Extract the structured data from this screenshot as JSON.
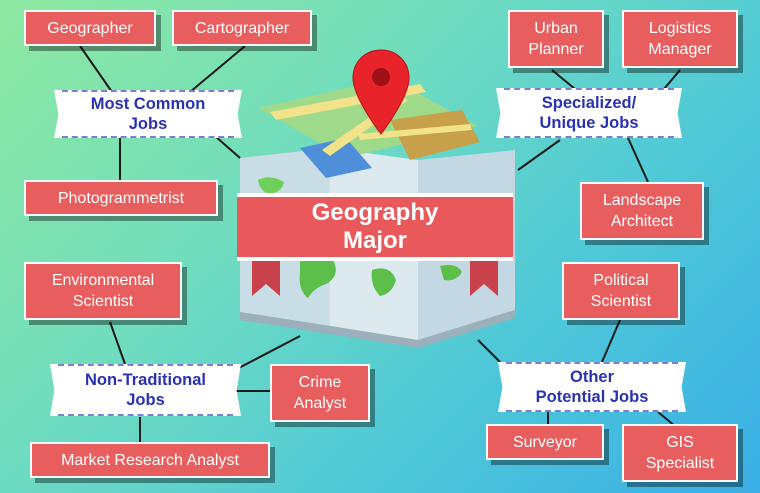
{
  "center": {
    "title": "Geography\nMajor"
  },
  "categories": [
    {
      "id": "most-common",
      "label": "Most Common\nJobs"
    },
    {
      "id": "specialized",
      "label": "Specialized/\nUnique Jobs"
    },
    {
      "id": "non-traditional",
      "label": "Non-Traditional\nJobs"
    },
    {
      "id": "other",
      "label": "Other\nPotential Jobs"
    }
  ],
  "jobs": [
    {
      "id": "geographer",
      "label": "Geographer",
      "category": "most-common"
    },
    {
      "id": "cartographer",
      "label": "Cartographer",
      "category": "most-common"
    },
    {
      "id": "photogrammetrist",
      "label": "Photogrammetrist",
      "category": "most-common"
    },
    {
      "id": "urban-planner",
      "label": "Urban\nPlanner",
      "category": "specialized"
    },
    {
      "id": "logistics-manager",
      "label": "Logistics\nManager",
      "category": "specialized"
    },
    {
      "id": "landscape-architect",
      "label": "Landscape\nArchitect",
      "category": "specialized"
    },
    {
      "id": "environmental-scientist",
      "label": "Environmental\nScientist",
      "category": "non-traditional"
    },
    {
      "id": "crime-analyst",
      "label": "Crime\nAnalyst",
      "category": "non-traditional"
    },
    {
      "id": "market-research-analyst",
      "label": "Market Research Analyst",
      "category": "non-traditional"
    },
    {
      "id": "political-scientist",
      "label": "Political\nScientist",
      "category": "other"
    },
    {
      "id": "surveyor",
      "label": "Surveyor",
      "category": "other"
    },
    {
      "id": "gis-specialist",
      "label": "GIS\nSpecialist",
      "category": "other"
    }
  ],
  "icons": {
    "map": "folded-map-icon",
    "pin": "map-pin-icon"
  },
  "colors": {
    "job_box": "#e85e5e",
    "category_text": "#2a32b0",
    "banner": "#e9595c",
    "pin": "#e8232a",
    "connector": "#1a1a1a"
  }
}
